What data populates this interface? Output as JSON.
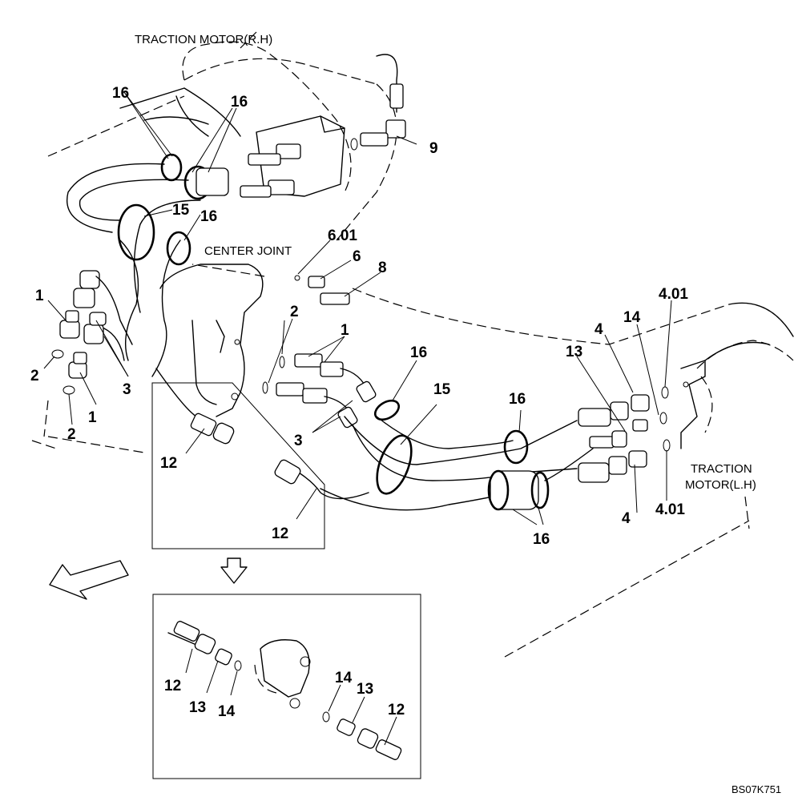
{
  "captions": {
    "traction_motor_rh": "TRACTION MOTOR(R.H)",
    "center_joint": "CENTER JOINT",
    "traction_motor_lh_1": "TRACTION",
    "traction_motor_lh_2": "MOTOR(L.H)",
    "figure_code": "BS07K751"
  },
  "callouts": {
    "c16a": "16",
    "c16b": "16",
    "c9": "9",
    "c15a": "15",
    "c16c": "16",
    "c601": "6.01",
    "c6": "6",
    "c8": "8",
    "c1a": "1",
    "c2a": "2",
    "c3a": "3",
    "c1b": "1",
    "c2b": "2",
    "c2c": "2",
    "c1c": "1",
    "c16d": "16",
    "c15b": "15",
    "c3b": "3",
    "c12a": "12",
    "c12b": "12",
    "c401a": "4.01",
    "c4a": "4",
    "c14a": "14",
    "c13a": "13",
    "c16e": "16",
    "c4b": "4",
    "c401b": "4.01",
    "c16f": "16",
    "d12a": "12",
    "d13a": "13",
    "d14a": "14",
    "d14b": "14",
    "d13b": "13",
    "d12b": "12"
  }
}
